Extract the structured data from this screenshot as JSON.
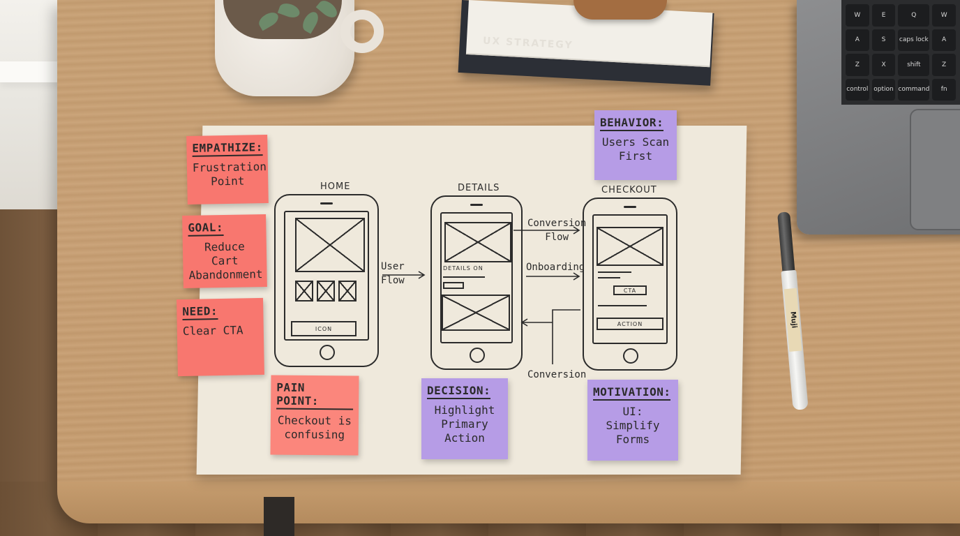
{
  "book": {
    "title": "UX STRATEGY"
  },
  "laptop": {
    "keys": [
      "W",
      "E",
      "Q",
      "W",
      "A",
      "S",
      "caps lock",
      "A",
      "Z",
      "X",
      "shift",
      "Z",
      "control",
      "option",
      "command",
      "fn"
    ]
  },
  "pen": {
    "label": "Muji"
  },
  "wireframes": [
    {
      "title": "HOME",
      "button_label": "ICON"
    },
    {
      "title": "DETAILS",
      "row_label": "DETAILS ON"
    },
    {
      "title": "CHECKOUT",
      "cta_label": "CTA",
      "action_label": "ACTION"
    }
  ],
  "flows": {
    "user_flow": "User\nFlow",
    "conversion_flow": "Conversion\nFlow",
    "onboarding": "Onboarding",
    "conversion": "Conversion"
  },
  "notes": {
    "empathize": {
      "head": "EMPATHIZE:",
      "body": "Frustration\nPoint"
    },
    "goal": {
      "head": "GOAL:",
      "body": "Reduce\nCart\nAbandonment"
    },
    "need": {
      "head": "NEED:",
      "body": "Clear CTA"
    },
    "pain_point": {
      "head": "PAIN POINT:",
      "body": "Checkout is\nconfusing"
    },
    "decision": {
      "head": "DECISION:",
      "body": "Highlight\nPrimary\nAction"
    },
    "motivation": {
      "head": "MOTIVATION:",
      "body": "UI:\nSimplify\nForms"
    },
    "behavior": {
      "head": "BEHAVIOR:",
      "body": "Users Scan\nFirst"
    }
  },
  "colors": {
    "note_pink": "#f8776f",
    "note_purple": "#b69ce6",
    "paper": "#efe9dc",
    "desk": "#c79f72",
    "ink": "#2b2b2b"
  }
}
